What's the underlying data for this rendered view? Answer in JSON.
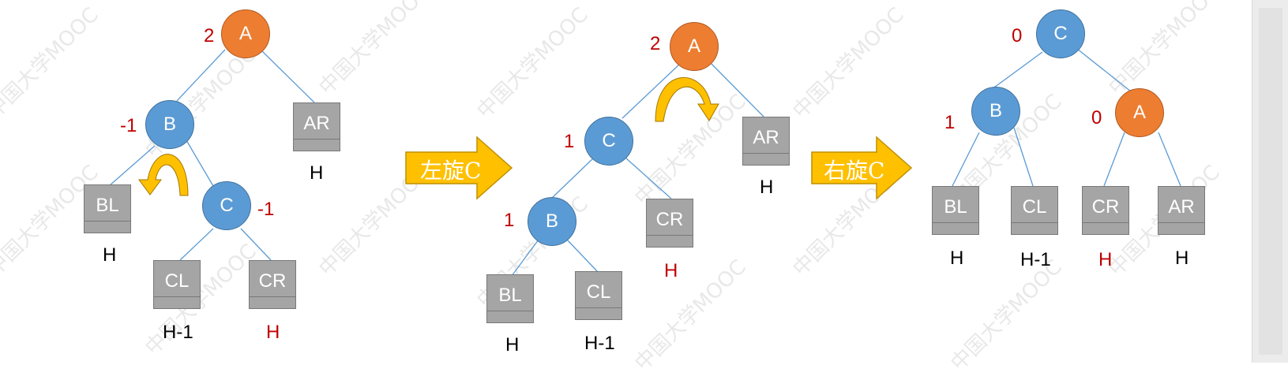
{
  "colors": {
    "blue_node": "#5b9bd5",
    "orange_node": "#ed7d31",
    "leaf_gray": "#a5a5a5",
    "arrow_yellow": "#ffc000",
    "rotate_gold": "#e0a800",
    "balance_red": "#c00000"
  },
  "watermark": "中国大学MOOC",
  "step1": {
    "A": "A",
    "B": "B",
    "C": "C",
    "AR": "AR",
    "BL": "BL",
    "CL": "CL",
    "CR": "CR",
    "bf_A": "2",
    "bf_B": "-1",
    "bf_C": "-1",
    "h_AR": "H",
    "h_BL": "H",
    "h_CL": "H-1",
    "h_CR": "H"
  },
  "arrow1": "左旋C",
  "step2": {
    "A": "A",
    "B": "B",
    "C": "C",
    "AR": "AR",
    "BL": "BL",
    "CL": "CL",
    "CR": "CR",
    "bf_A": "2",
    "bf_B": "1",
    "bf_C": "1",
    "h_AR": "H",
    "h_BL": "H",
    "h_CL": "H-1",
    "h_CR": "H"
  },
  "arrow2": "右旋C",
  "step3": {
    "A": "A",
    "B": "B",
    "C": "C",
    "AR": "AR",
    "BL": "BL",
    "CL": "CL",
    "CR": "CR",
    "bf_A": "0",
    "bf_B": "1",
    "bf_C": "0",
    "h_BL": "H",
    "h_CL": "H-1",
    "h_CR": "H",
    "h_AR": "H"
  }
}
